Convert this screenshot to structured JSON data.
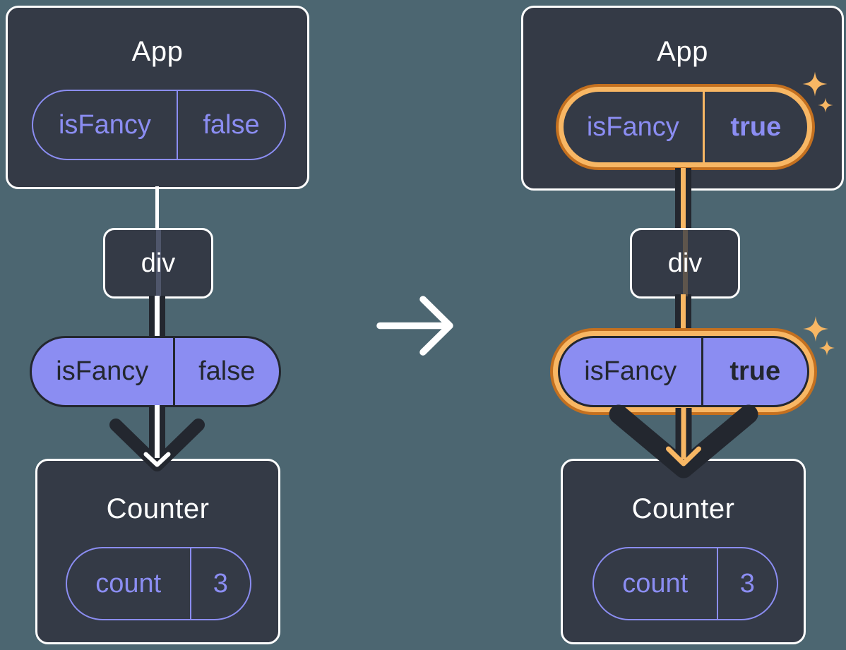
{
  "colors": {
    "background": "#4C6671",
    "box_fill": "#343A46",
    "box_border": "#FFFFFF",
    "purple": "#8B8DF2",
    "dark": "#23272F",
    "highlight_orange": "#F8B764",
    "highlight_orange_dark": "#C4701F",
    "pipe_core_before": "#FFFFFF",
    "pipe_core_after": "#F8B764"
  },
  "diagram": {
    "before": {
      "app": {
        "title": "App",
        "prop_name": "isFancy",
        "prop_value": "false"
      },
      "div": {
        "title": "div"
      },
      "passed_prop": {
        "name": "isFancy",
        "value": "false"
      },
      "counter": {
        "title": "Counter",
        "state_name": "count",
        "state_value": "3"
      }
    },
    "after": {
      "app": {
        "title": "App",
        "prop_name": "isFancy",
        "prop_value": "true"
      },
      "div": {
        "title": "div"
      },
      "passed_prop": {
        "name": "isFancy",
        "value": "true"
      },
      "counter": {
        "title": "Counter",
        "state_name": "count",
        "state_value": "3"
      }
    }
  }
}
